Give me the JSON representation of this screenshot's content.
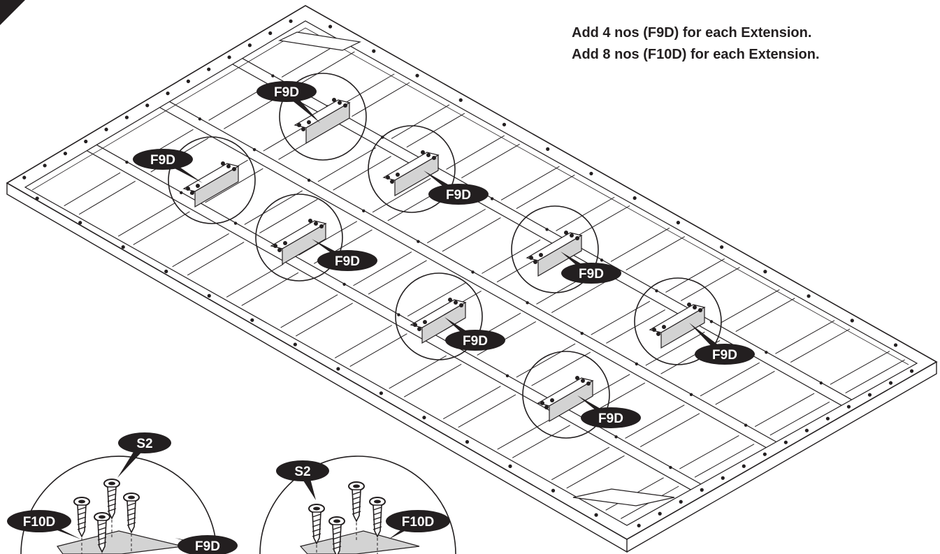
{
  "instructions": {
    "line1": "Add 4 nos (F9D) for each Extension.",
    "line2": "Add 8 nos (F10D) for each Extension."
  },
  "callouts": {
    "bracket": "F9D",
    "plate": "F10D",
    "screw": "S2"
  },
  "icons": {
    "step_marker": "step-corner-icon",
    "bracket_detail": "bracket-detail-icon",
    "screw": "screw-icon"
  },
  "colors": {
    "ink": "#231f20",
    "part_fill": "#d3d3d3",
    "frame_fill": "#ffffff"
  }
}
